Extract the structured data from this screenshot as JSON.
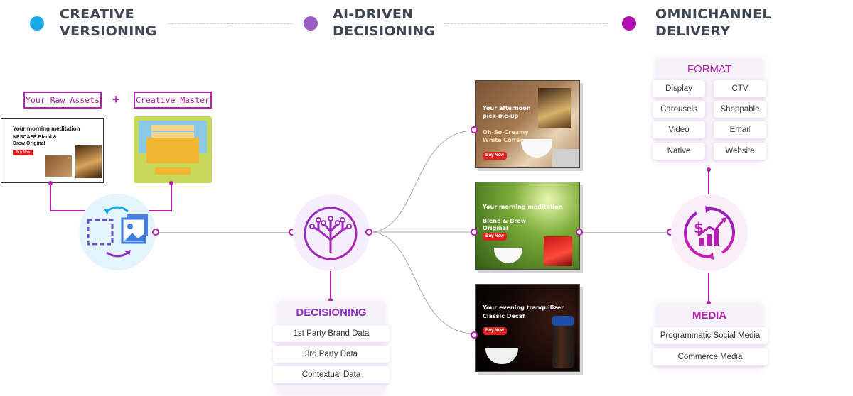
{
  "steps": [
    {
      "line1": "CREATIVE",
      "line2": "VERSIONING",
      "color": "#1aa8e6"
    },
    {
      "line1": "AI-DRIVEN",
      "line2": "DECISIONING",
      "color": "#9b5cc7"
    },
    {
      "line1": "OMNICHANNEL",
      "line2": "DELIVERY",
      "color": "#b10fb0"
    }
  ],
  "tags": {
    "raw_assets": "Your Raw Assets",
    "plus": "+",
    "creative_master": "Creative Master"
  },
  "raw_ad": {
    "headline": "Your morning meditation",
    "product": "NESCAFÉ Blend & Brew Original",
    "button": "Buy Now"
  },
  "decisioning": {
    "title": "DECISIONING",
    "items": [
      "1st Party Brand Data",
      "3rd Party Data",
      "Contextual Data"
    ]
  },
  "ads": [
    {
      "line1": "Your afternoon",
      "line2": "pick-me-up",
      "line3": "Oh-So-Creamy",
      "line4": "White Coffee",
      "button": "Buy Now"
    },
    {
      "line1": "Your morning meditation",
      "line2": "Blend & Brew",
      "line3": "Original",
      "button": "Buy Now"
    },
    {
      "line1": "Your evening tranquilizer",
      "line2": "Classic Decaf",
      "button": "Buy Now"
    }
  ],
  "format": {
    "title": "FORMAT",
    "items": [
      "Display",
      "CTV",
      "Carousels",
      "Shoppable",
      "Video",
      "Email",
      "Native",
      "Website"
    ]
  },
  "media": {
    "title": "MEDIA",
    "items": [
      "Programmatic Social Media",
      "Commerce Media"
    ]
  },
  "colors": {
    "magenta": "#b61fb1",
    "purple": "#8e2fc0",
    "blue": "#1aa8e6",
    "heading": "#3d4650"
  },
  "icons": {
    "versioning": "image-versioning-icon",
    "decisioning": "decision-tree-icon",
    "delivery": "revenue-growth-icon"
  }
}
